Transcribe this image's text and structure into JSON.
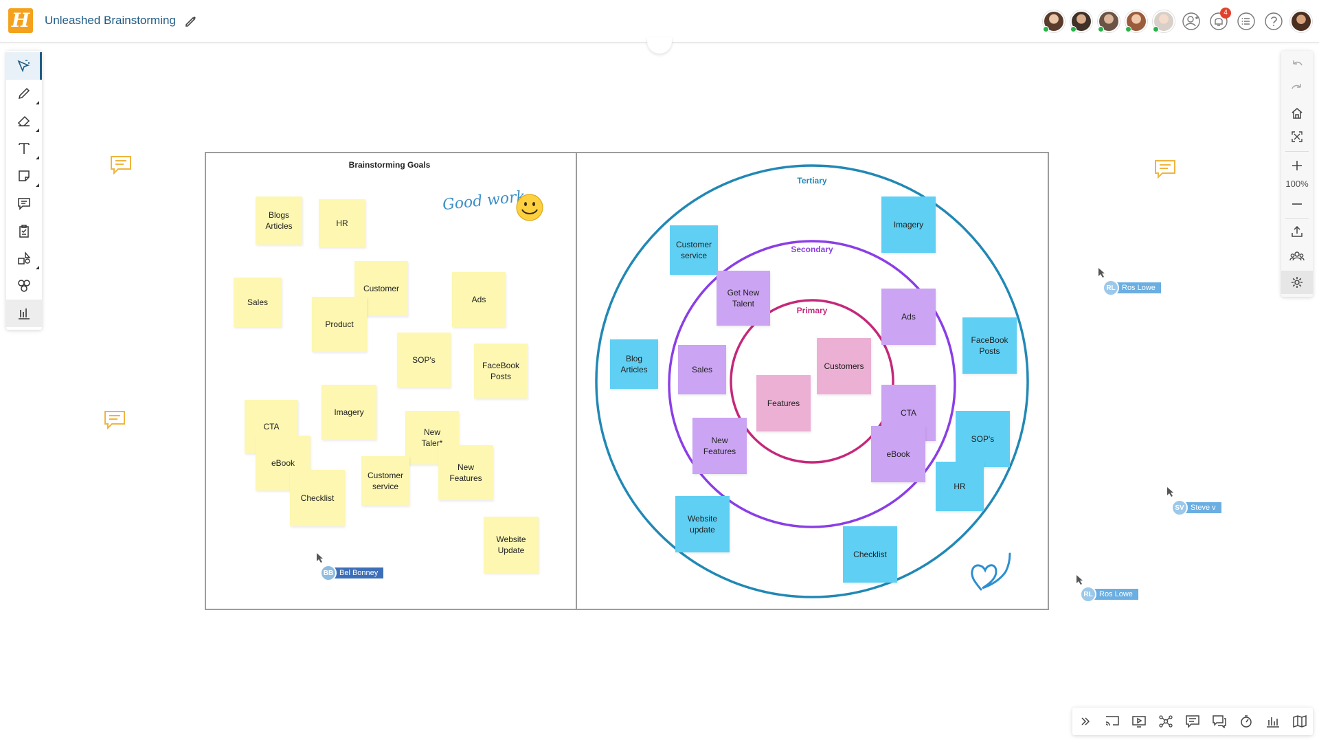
{
  "app": {
    "logo_letter": "H",
    "board_title": "Unleashed Brainstorming"
  },
  "topbar": {
    "avatars": [
      {
        "name": "collaborator-1",
        "color": "#7a5a46"
      },
      {
        "name": "collaborator-2",
        "color": "#6d4a3a"
      },
      {
        "name": "collaborator-3",
        "color": "#8a6a55"
      },
      {
        "name": "collaborator-4",
        "color": "#a9765a"
      },
      {
        "name": "collaborator-5",
        "color": "#c9b8aa"
      }
    ],
    "notification_count": "4",
    "icons": [
      "add-user-icon",
      "bell-icon",
      "list-icon",
      "help-icon",
      "profile-avatar"
    ]
  },
  "left_toolbar": [
    "select-tool-icon",
    "pen-tool-icon",
    "eraser-tool-icon",
    "text-tool-icon",
    "sticky-note-tool-icon",
    "comment-tool-icon",
    "clipboard-tool-icon",
    "shapes-tool-icon",
    "templates-tool-icon",
    "more-tools-icon"
  ],
  "right_toolbar": {
    "zoom": "100%",
    "icons": [
      "undo-icon",
      "redo-icon",
      "home-icon",
      "fit-screen-icon",
      "zoom-in-icon",
      "zoom-out-icon",
      "export-icon",
      "participants-icon",
      "settings-icon"
    ]
  },
  "board": {
    "goals_title": "Brainstorming Goals",
    "good_work": "Good work",
    "left_stickies": [
      {
        "label": "Blogs\nArticles"
      },
      {
        "label": "HR"
      },
      {
        "label": "Customer"
      },
      {
        "label": "Sales"
      },
      {
        "label": "Product"
      },
      {
        "label": "Ads"
      },
      {
        "label": "SOP's"
      },
      {
        "label": "FaceBook\nPosts"
      },
      {
        "label": "Imagery"
      },
      {
        "label": "CTA"
      },
      {
        "label": "New\nTaler*"
      },
      {
        "label": "eBook"
      },
      {
        "label": "Customer\nservice"
      },
      {
        "label": "New\nFeatures"
      },
      {
        "label": "Checklist"
      },
      {
        "label": "Website\nUpdate"
      }
    ],
    "rings": {
      "tertiary": "Tertiary",
      "secondary": "Secondary",
      "primary": "Primary"
    },
    "ring_colors": {
      "tertiary": "#2188b5",
      "secondary": "#8a3ee6",
      "primary": "#c4287a"
    },
    "right_stickies": [
      {
        "label": "Imagery"
      },
      {
        "label": "Customer\nservice"
      },
      {
        "label": "Get New\nTalent"
      },
      {
        "label": "Ads"
      },
      {
        "label": "FaceBook\nPosts"
      },
      {
        "label": "Blog\nArticles"
      },
      {
        "label": "Sales"
      },
      {
        "label": "Customers"
      },
      {
        "label": "Features"
      },
      {
        "label": "CTA"
      },
      {
        "label": "SOP's"
      },
      {
        "label": "New\nFeatures"
      },
      {
        "label": "eBook"
      },
      {
        "label": "HR"
      },
      {
        "label": "Website\nupdate"
      },
      {
        "label": "Checklist"
      }
    ]
  },
  "cursors": [
    {
      "initials": "BB",
      "name": "Bel Bonney",
      "color": "#3d6fb8"
    },
    {
      "initials": "RL",
      "name": "Ros Lowe",
      "color": "#4a87c7"
    },
    {
      "initials": "SV",
      "name": "Steve v",
      "color": "#4a87c7"
    },
    {
      "initials": "RL",
      "name": "Ros Lowe",
      "color": "#4a87c7"
    }
  ],
  "bottom_toolbar": [
    "expand-icon",
    "screen-share-icon",
    "present-icon",
    "mindmap-icon",
    "chat-icon",
    "comments-icon",
    "timer-icon",
    "chart-icon",
    "map-icon"
  ]
}
